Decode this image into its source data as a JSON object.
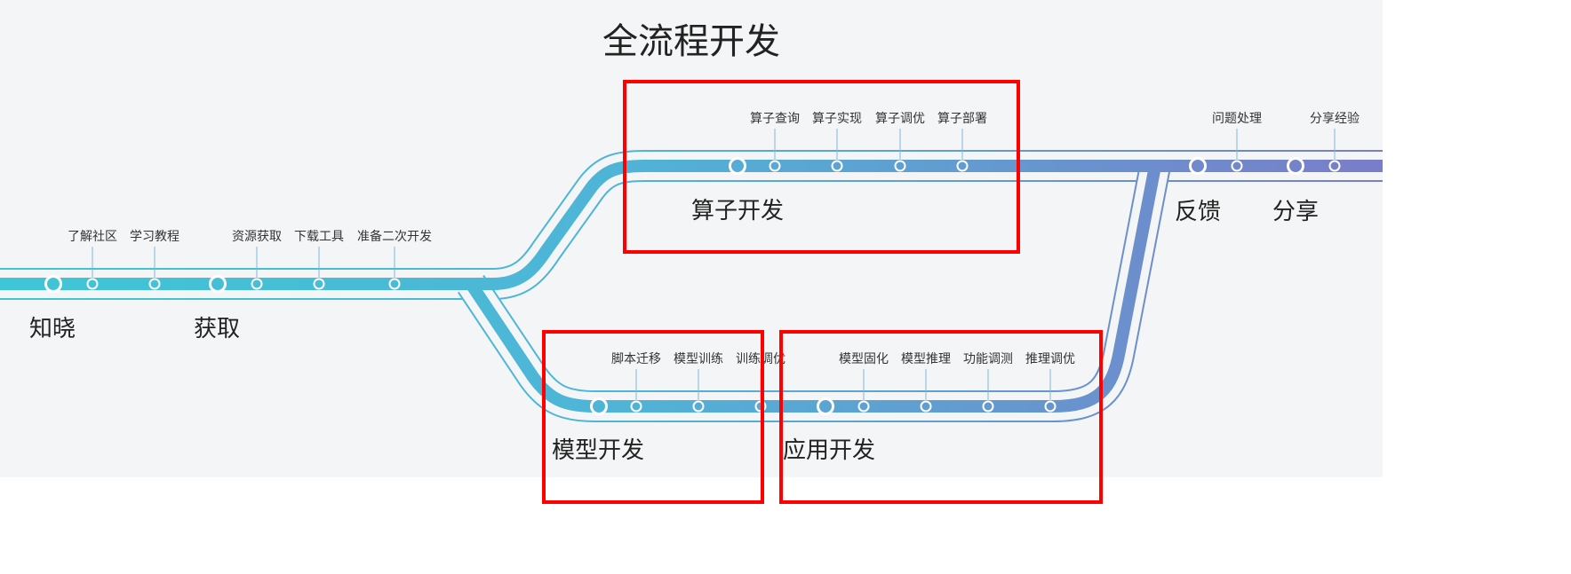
{
  "title": "全流程开发",
  "stages": {
    "know": "知晓",
    "obtain": "获取",
    "operator_dev": "算子开发",
    "model_dev": "模型开发",
    "app_dev": "应用开发",
    "feedback": "反馈",
    "share": "分享"
  },
  "steps": {
    "know": [
      "了解社区",
      "学习教程"
    ],
    "obtain": [
      "资源获取",
      "下载工具",
      "准备二次开发"
    ],
    "operator_dev": [
      "算子查询",
      "算子实现",
      "算子调优",
      "算子部署"
    ],
    "model_dev": [
      "脚本迁移",
      "模型训练",
      "训练调优"
    ],
    "app_dev": [
      "模型固化",
      "模型推理",
      "功能调测",
      "推理调优"
    ],
    "feedback": [
      "问题处理"
    ],
    "share": [
      "分享经验"
    ]
  },
  "colors": {
    "start": "#3ec6d6",
    "mid": "#55a8d2",
    "end": "#7a7dc8",
    "highlight": "#ff0000"
  }
}
